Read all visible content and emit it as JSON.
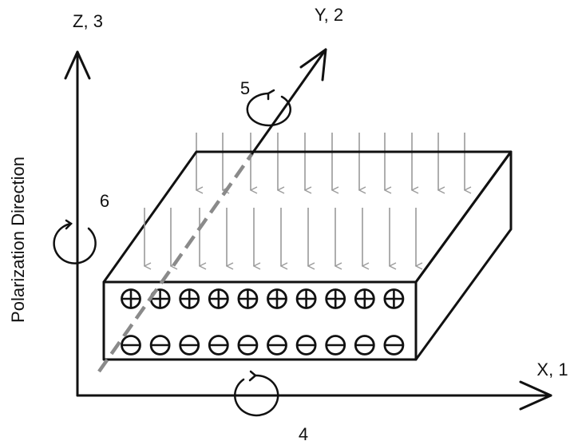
{
  "labels": {
    "z_axis": "Z, 3",
    "y_axis": "Y, 2",
    "x_axis": "X, 1",
    "rotation_x": "4",
    "rotation_y": "5",
    "rotation_z": "6",
    "vertical_title": "Polarization Direction"
  },
  "charges": {
    "positive_count": 10,
    "negative_count": 10
  },
  "colors": {
    "ink": "#111111",
    "field_arrows": "#9a9a9a",
    "y_axis_dashed": "#8a8a8a"
  }
}
